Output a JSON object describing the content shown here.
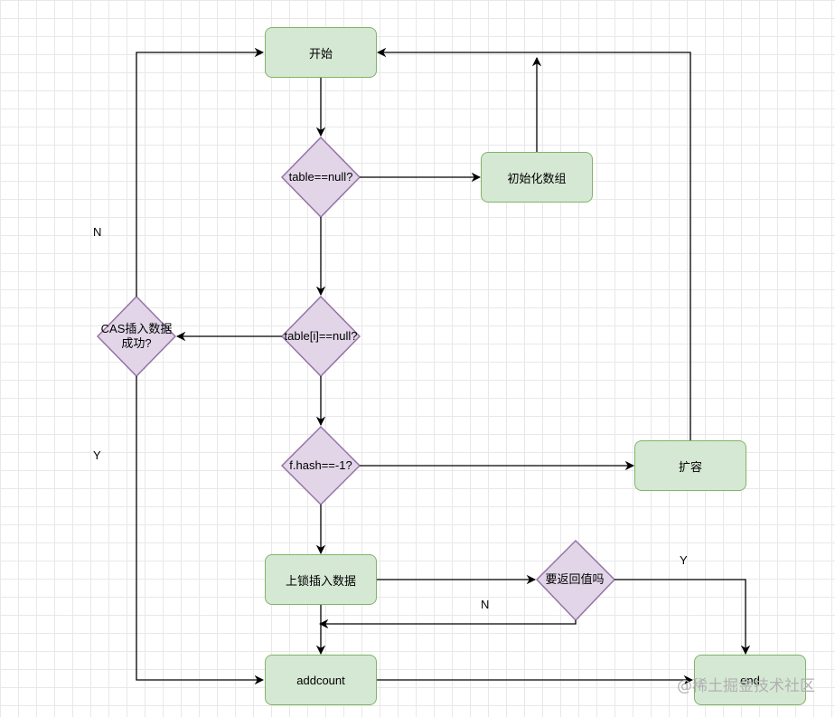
{
  "nodes": {
    "start": "开始",
    "init_array": "初始化数组",
    "resize": "扩容",
    "lock_insert": "上锁插入数据",
    "addcount": "addcount",
    "end": "end"
  },
  "decisions": {
    "table_null": "table==null?",
    "table_i_null": "table[i]==null?",
    "f_hash": "f.hash==-1?",
    "cas_insert_line1": "CAS插入数据",
    "cas_insert_line2": "成功?",
    "return_value": "要返回值吗"
  },
  "edge_labels": {
    "cas_no": "N",
    "cas_yes": "Y",
    "return_yes": "Y",
    "return_no": "N"
  },
  "watermark": "@稀土掘金技术社区",
  "colors": {
    "process_fill": "#d5e8d4",
    "process_stroke": "#82b366",
    "decision_fill": "#e1d5e7",
    "decision_stroke": "#9673a6"
  }
}
